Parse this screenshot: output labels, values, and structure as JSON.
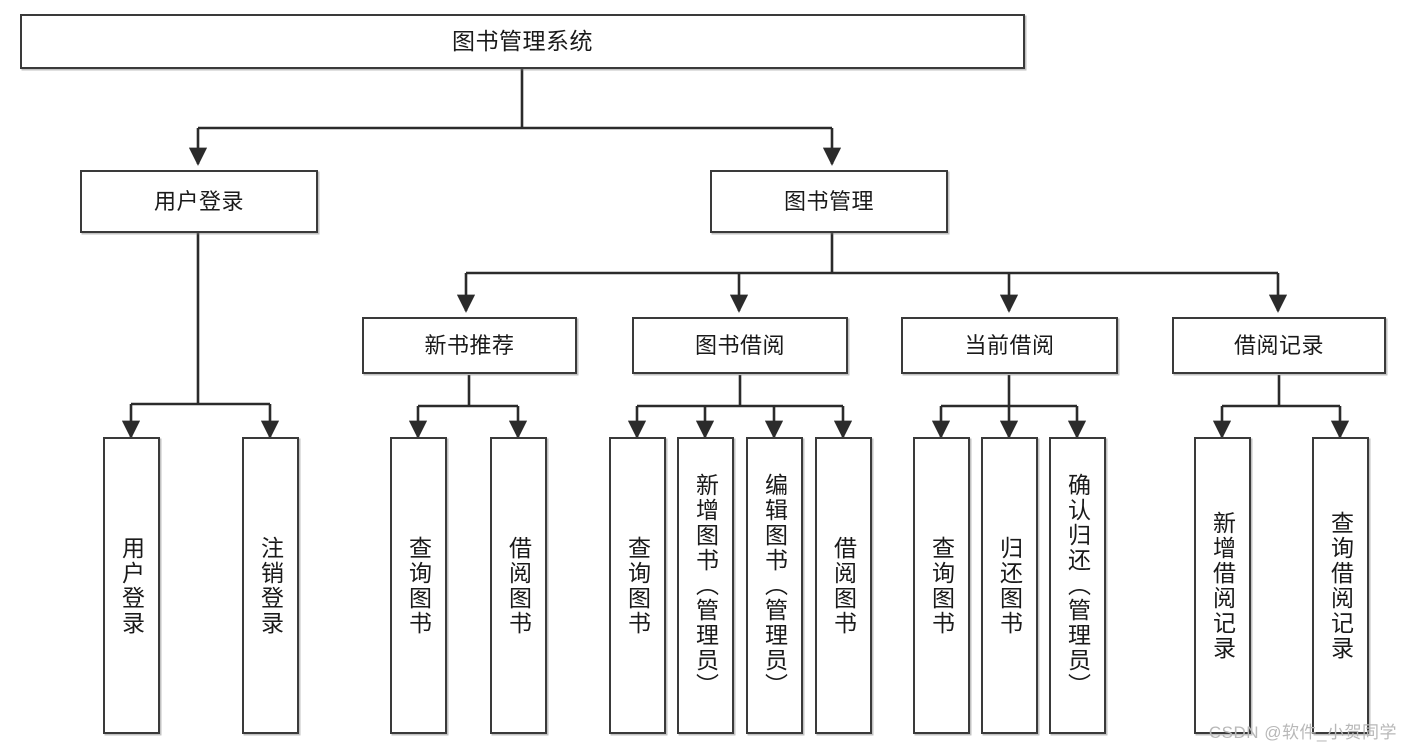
{
  "diagram": {
    "type": "tree-hierarchy",
    "title": "图书管理系统",
    "watermark": "CSDN @软件_小贺同学",
    "style": {
      "box_border_color": "#3a3a3a",
      "box_fill": "#ffffff",
      "line_color": "#2b2b2b",
      "background": "#ffffff"
    },
    "nodes": {
      "root": {
        "label": "图书管理系统"
      },
      "level2": [
        {
          "id": "user-login",
          "label": "用户登录"
        },
        {
          "id": "book-mgmt",
          "label": "图书管理"
        }
      ],
      "level3": [
        {
          "id": "new-book-rec",
          "label": "新书推荐"
        },
        {
          "id": "book-borrow",
          "label": "图书借阅"
        },
        {
          "id": "current-borrow",
          "label": "当前借阅"
        },
        {
          "id": "borrow-record",
          "label": "借阅记录"
        }
      ],
      "leaves": {
        "user-login": [
          {
            "id": "leaf-user-login",
            "label": "用户登录"
          },
          {
            "id": "leaf-user-logout",
            "label": "注销登录"
          }
        ],
        "new-book-rec": [
          {
            "id": "leaf-query-book-1",
            "label": "查询图书"
          },
          {
            "id": "leaf-borrow-book-1",
            "label": "借阅图书"
          }
        ],
        "book-borrow": [
          {
            "id": "leaf-query-book-2",
            "label": "查询图书"
          },
          {
            "id": "leaf-add-book",
            "label": "新增图书（管理员）"
          },
          {
            "id": "leaf-edit-book",
            "label": "编辑图书（管理员）"
          },
          {
            "id": "leaf-borrow-book-2",
            "label": "借阅图书"
          }
        ],
        "current-borrow": [
          {
            "id": "leaf-query-book-3",
            "label": "查询图书"
          },
          {
            "id": "leaf-return-book",
            "label": "归还图书"
          },
          {
            "id": "leaf-confirm-return",
            "label": "确认归还（管理员）"
          }
        ],
        "borrow-record": [
          {
            "id": "leaf-add-record",
            "label": "新增借阅记录"
          },
          {
            "id": "leaf-query-record",
            "label": "查询借阅记录"
          }
        ]
      }
    }
  }
}
